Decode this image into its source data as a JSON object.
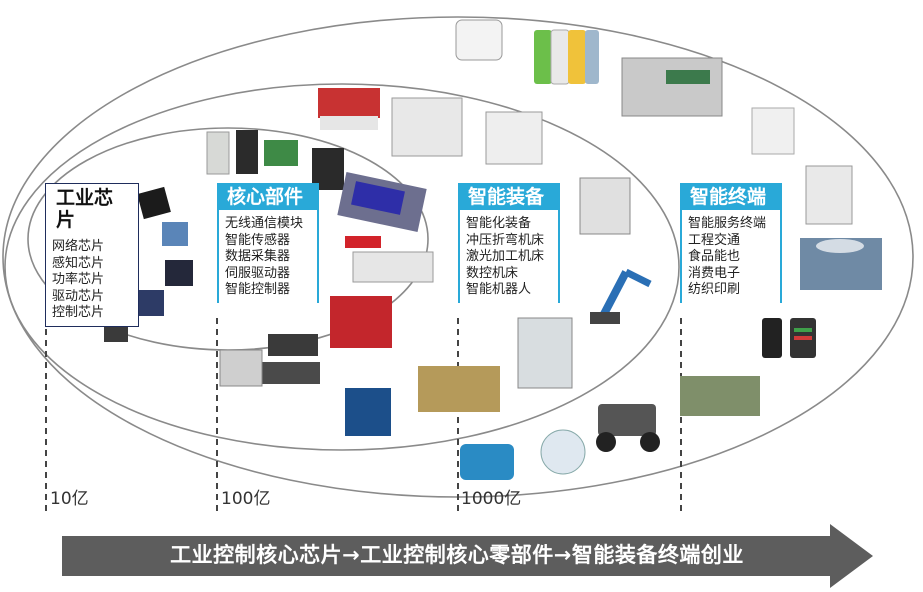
{
  "stages": [
    {
      "title": "工业芯片",
      "items": [
        "网络芯片",
        "感知芯片",
        "功率芯片",
        "驱动芯片",
        "控制芯片"
      ]
    },
    {
      "title": "核心部件",
      "items": [
        "无线通信模块",
        "智能传感器",
        "数据采集器",
        "伺服驱动器",
        "智能控制器"
      ]
    },
    {
      "title": "智能装备",
      "items": [
        "智能化装备",
        "冲压折弯机床",
        "激光加工机床",
        "数控机床",
        "智能机器人"
      ]
    },
    {
      "title": "智能终端",
      "items": [
        "智能服务终端",
        "工程交通",
        "食品能也",
        "消费电子",
        "纺织印刷"
      ]
    }
  ],
  "scale_labels": [
    "10亿",
    "100亿",
    "1000亿"
  ],
  "banner": "工业控制核心芯片→工业控制核心零部件→智能装备终端创业",
  "colors": {
    "accent": "#29a9d8",
    "chip_border": "#1f2d5c",
    "arrow": "#5d5d5d",
    "ellipse": "#8a8a8a"
  },
  "pictures": [
    "chip-image",
    "circuit-board-image",
    "industrial-module-image",
    "robot-arm-image",
    "machine-tool-image",
    "server-cabinet-image",
    "battery-pack-image",
    "kiosk-image",
    "smartphone-image",
    "agv-robot-image",
    "vr-headset-image",
    "farm-field-image"
  ]
}
